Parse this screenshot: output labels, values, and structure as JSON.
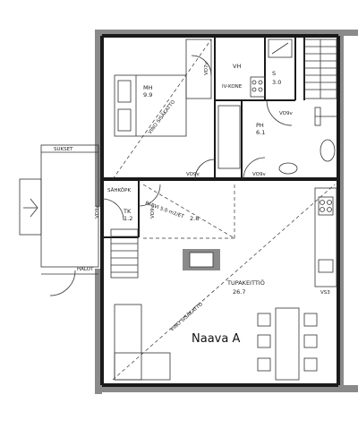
{
  "plan": {
    "name": "Naava A",
    "rooms": {
      "mh": {
        "code": "MH",
        "area": "9.9"
      },
      "vh": {
        "code": "VH"
      },
      "s": {
        "code": "S",
        "area": "3.0"
      },
      "ph": {
        "code": "PH",
        "area": "6.1"
      },
      "tk": {
        "code": "TK",
        "area": "1.2"
      },
      "parvi": {
        "code": "PARVI 5.0 m2/ET",
        "area": "2.8"
      },
      "tupakeittio": {
        "code": "TUPAKEITTIÖ",
        "area": "26.7"
      }
    },
    "labels": {
      "sukset": "SUKSET",
      "halot": "HALOT",
      "sahkpk": "SÄHKÖPK",
      "iv_kone": "IV-KONE",
      "vs3": "VS3",
      "vino_mh": "VINO SISÄKATTO",
      "vino_main": "VINO SISÄKATTO"
    },
    "doors": {
      "d_vh": "VO7v",
      "d_mh": "VO9v",
      "d_ph_top": "VO9v",
      "d_ph_bottom": "VO9v",
      "d_tk": "VO9v",
      "d_parvi": "VO9v"
    }
  }
}
